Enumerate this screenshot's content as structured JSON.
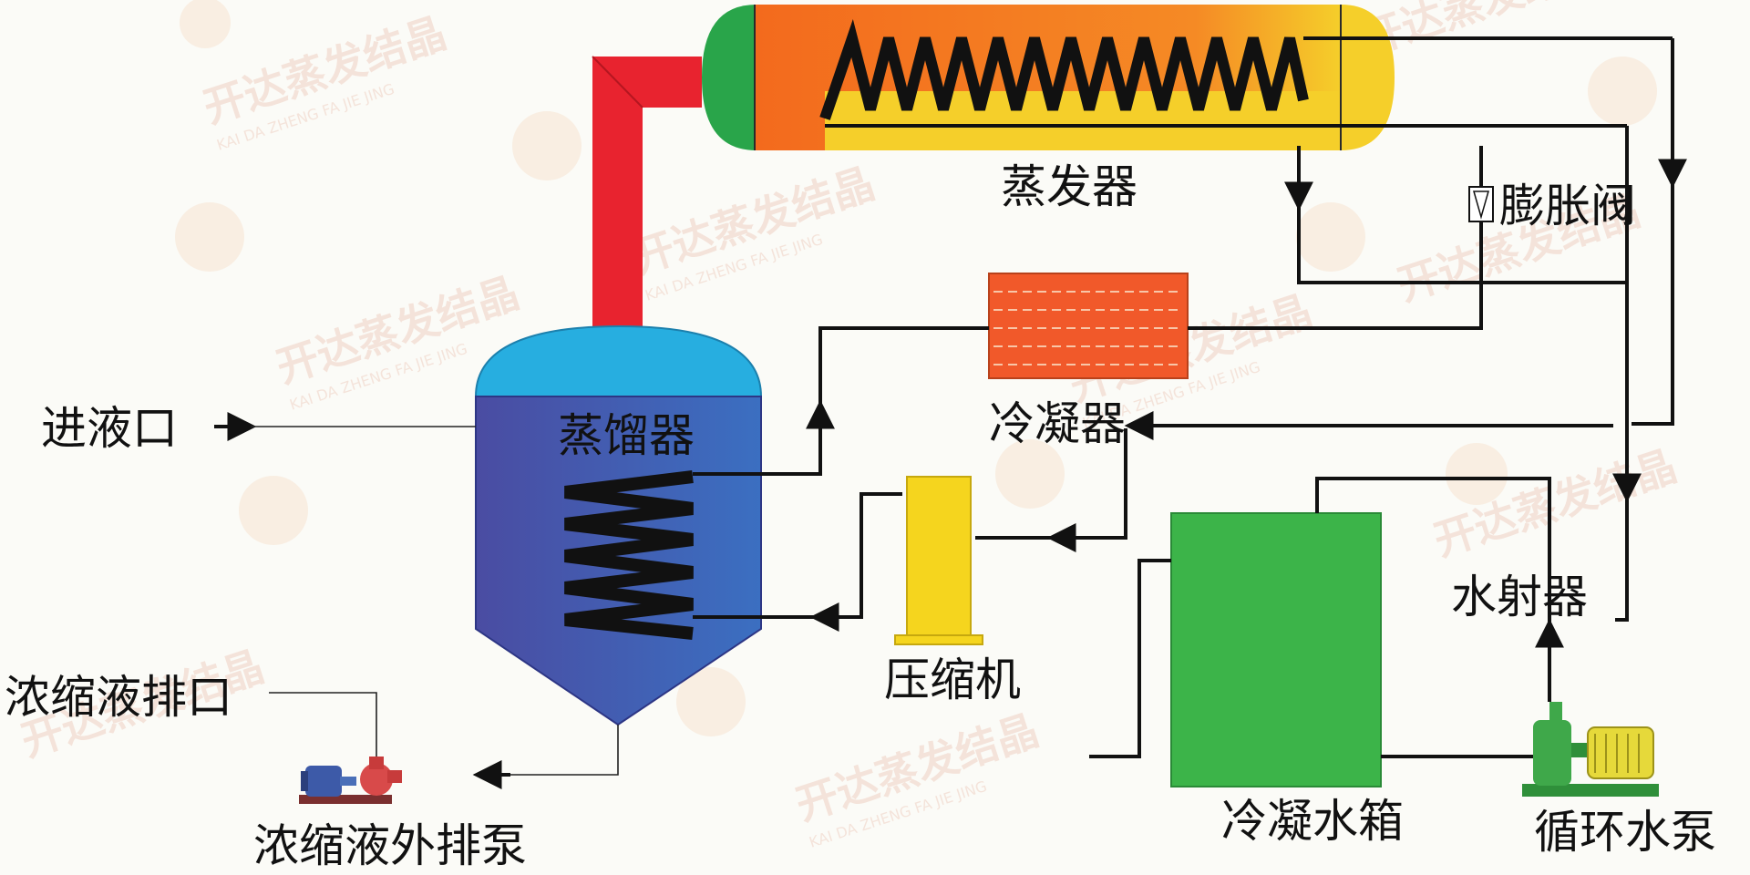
{
  "labels": {
    "evaporator": "蒸发器",
    "expansion_valve": "膨胀阀",
    "condenser": "冷凝器",
    "distiller": "蒸馏器",
    "feed_inlet": "进液口",
    "compressor": "压缩机",
    "water_ejector": "水射器",
    "concentrate_outlet": "浓缩液排口",
    "concentrate_pump": "浓缩液外排泵",
    "condensate_tank": "冷凝水箱",
    "circulating_pump": "循环水泵"
  },
  "watermark": {
    "text": "开达蒸发结晶",
    "sub": "KAI DA ZHENG FA JIE JING"
  },
  "colors": {
    "evaporator_body": "#f47a1e",
    "evaporator_tail": "#f5cf2a",
    "evaporator_cap_left": "#29a54a",
    "pipe_red": "#e8232f",
    "distiller_dome": "#27aee0",
    "distiller_body": "#4a4fa3",
    "condenser": "#f1592a",
    "compressor": "#f5d51e",
    "tank": "#3cb449",
    "circ_pump_motor": "#e6d93a",
    "circ_pump_body": "#3fa84a"
  }
}
